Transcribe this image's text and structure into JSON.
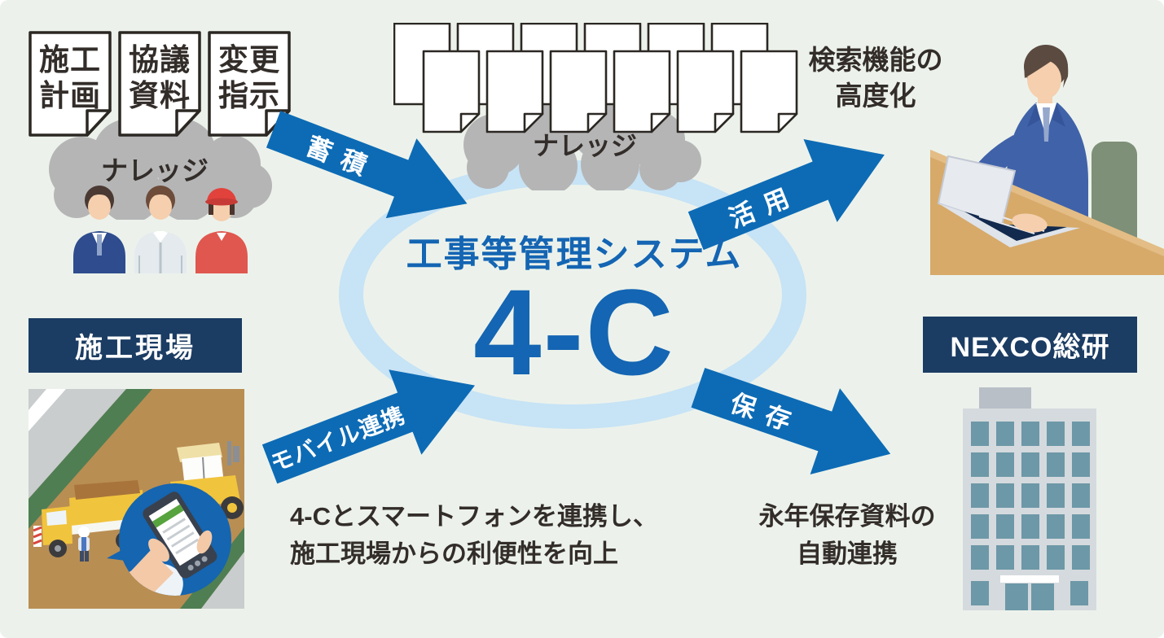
{
  "palette": {
    "background": "#ecf2eb",
    "arrow_blue": "#0d6bb5",
    "ring_blue": "#c7e3f6",
    "title_blue": "#1465b3",
    "navy": "#1b3c63",
    "cloud_gray": "#b5b5b6",
    "text_dark": "#332d2a"
  },
  "source_documents": {
    "items": [
      {
        "lines": [
          "施工",
          "計画"
        ]
      },
      {
        "lines": [
          "協議",
          "資料"
        ]
      },
      {
        "lines": [
          "変更",
          "指示"
        ]
      }
    ],
    "cloud_label": "ナレッジ"
  },
  "knowledge_cloud": {
    "label": "ナレッジ"
  },
  "arrows": {
    "accumulate": "蓄積",
    "utilize": "活用",
    "mobile": "モバイル連携",
    "save": "保存"
  },
  "center": {
    "system_title": "工事等管理システム",
    "system_name": "4-C"
  },
  "left_label": "施工現場",
  "right_label": "NEXCO総研",
  "captions": {
    "search": {
      "lines": [
        "検索機能の",
        "高度化"
      ]
    },
    "mobile": {
      "lines": [
        "4-Cとスマートフォンを連携し、",
        "施工現場からの利便性を向上"
      ]
    },
    "archive": {
      "lines": [
        "永年保存資料の",
        "自動連携"
      ]
    }
  }
}
